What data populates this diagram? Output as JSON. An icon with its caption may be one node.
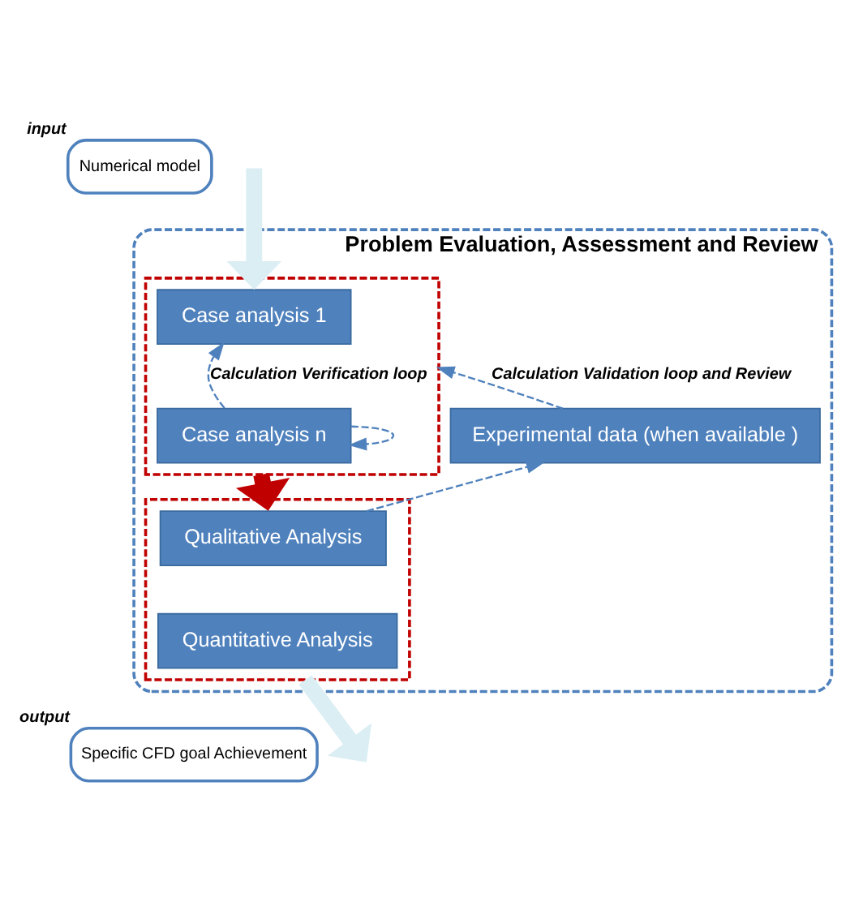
{
  "diagram": {
    "nodes": [
      {
        "text": [
          "Numerical model"
        ],
        "beside": [
          "input"
        ]
      },
      {
        "text": [
          "Problem Evaluation, Assessment and Review"
        ]
      },
      {
        "text": [],
        "shape": "box",
        "in": 1
      },
      {
        "text": [
          "Case analysis 1"
        ],
        "in": 2
      },
      {
        "text": [
          "Case analysis n"
        ],
        "in": 2
      },
      {
        "text": [],
        "shape": "box",
        "in": 1
      },
      {
        "text": [
          "Qualitative Analysis"
        ],
        "in": 5
      },
      {
        "text": [
          "Quantitative Analysis"
        ],
        "in": 5
      },
      {
        "text": [
          "Experimental data (when available )"
        ],
        "in": 1
      },
      {
        "text": [
          "Specific CFD goal Achievement"
        ],
        "beside": [
          "output"
        ]
      }
    ],
    "edges": [
      {
        "from": null,
        "to": 2,
        "arrow": "to",
        "style": "thick",
        "color": "#dbeef4"
      },
      {
        "from": 4,
        "to": 3,
        "arrow": "to",
        "style": "dashed",
        "label": "Calculation Verification loop"
      },
      {
        "from": 4,
        "to": 4,
        "arrow": "to",
        "style": "dashed"
      },
      {
        "from": 2,
        "to": 5,
        "arrow": "to",
        "style": "thick",
        "color": "#c00000"
      },
      {
        "from": 6,
        "to": 8,
        "arrow": "to",
        "style": "dashed"
      },
      {
        "from": 8,
        "to": 2,
        "arrow": "to",
        "style": "dashed",
        "label": "Calculation Validation loop and Review"
      },
      {
        "from": 5,
        "to": null,
        "arrow": "to",
        "style": "thick",
        "color": "#dbeef4"
      }
    ]
  }
}
